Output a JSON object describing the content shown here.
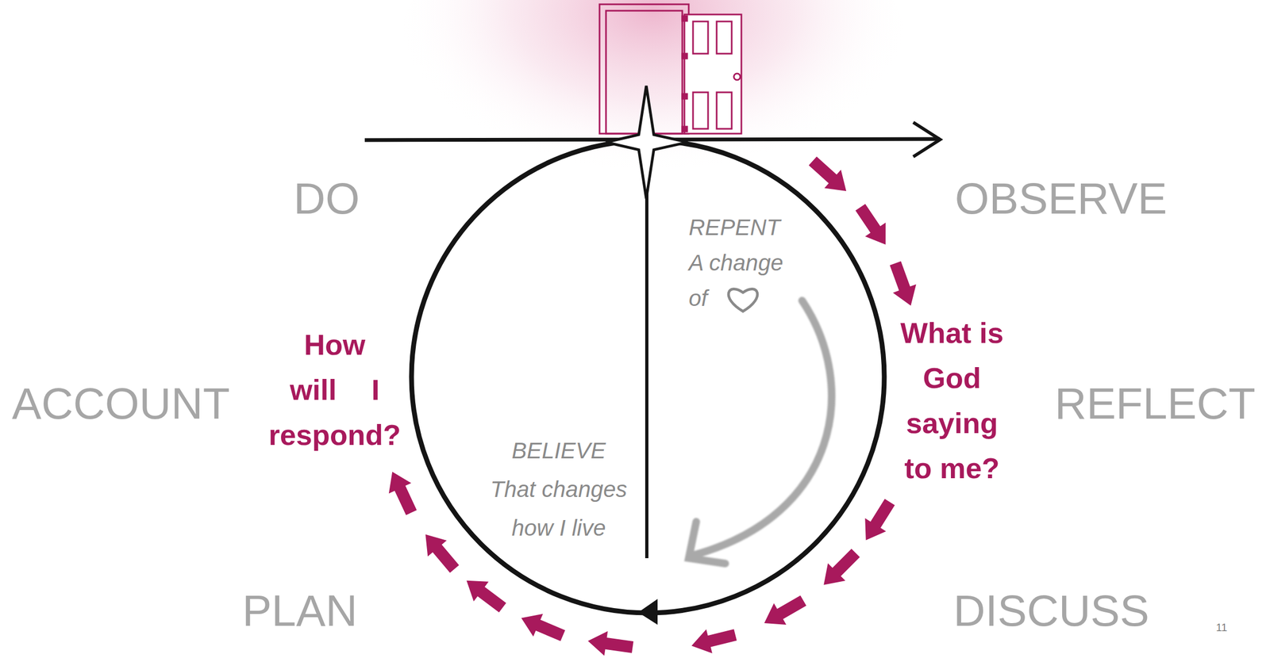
{
  "diagram": {
    "labels": [
      "DO",
      "OBSERVE",
      "REPENT",
      "A change of",
      "What is God saying to me?",
      "ACCOUNT",
      "How will I respond?",
      "REFLECT",
      "BELIEVE",
      "That changes how I live",
      "PLAN",
      "DISCUSS",
      "11"
    ]
  }
}
